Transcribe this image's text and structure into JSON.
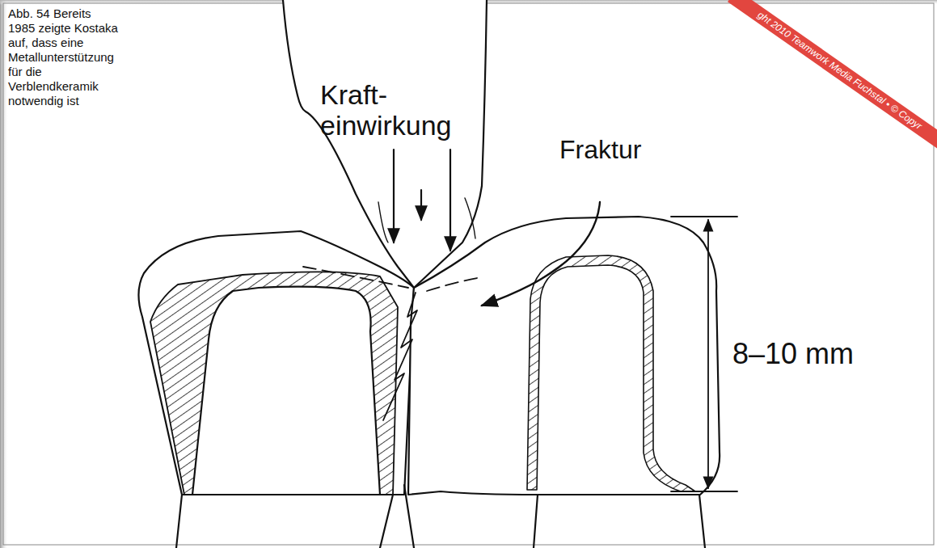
{
  "diagram": {
    "caption": "Abb. 54 Bereits 1985 zeigte Kostaka auf, dass eine Metallunterstützung für die Verblendkeramik notwendig ist",
    "labels": [
      "Kraft- einwirkung",
      "Fraktur",
      "8–10 mm",
      "ght 2010 Teamwork Media Fuchstal • © Copyr"
    ]
  }
}
